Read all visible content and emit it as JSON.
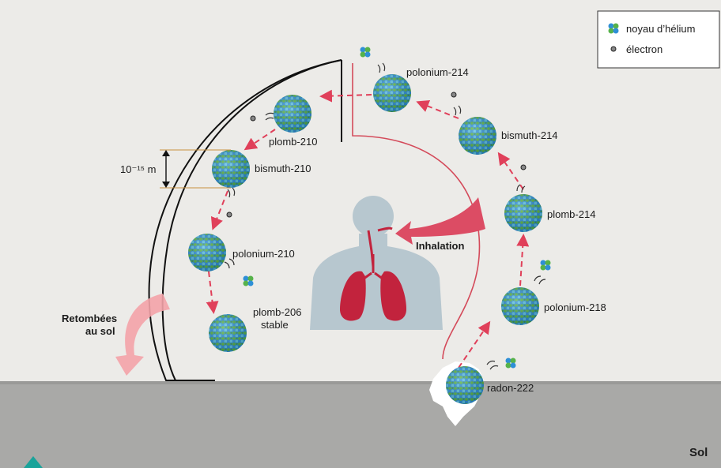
{
  "legend": {
    "helium_label": "noyau d’hélium",
    "electron_label": "électron"
  },
  "nuclides": {
    "radon_222": "radon-222",
    "polonium_218": "polonium-218",
    "plomb_214": "plomb-214",
    "bismuth_214": "bismuth-214",
    "polonium_214": "polonium-214",
    "plomb_210": "plomb-210",
    "bismuth_210": "bismuth-210",
    "polonium_210": "polonium-210",
    "plomb_206_line1": "plomb-206",
    "plomb_206_line2": "stable"
  },
  "labels": {
    "inhalation": "Inhalation",
    "fallout_line1": "Retombées",
    "fallout_line2": "au sol",
    "scale": "10⁻¹⁵ m",
    "ground": "Sol"
  },
  "colors": {
    "decay_arrow": "#e0405a",
    "nucleus_blue": "#2e8fd6",
    "nucleus_green": "#56b24a",
    "ground": "#a9a9a7",
    "lungs": "#c2233d",
    "body": "#b7c7cf"
  }
}
